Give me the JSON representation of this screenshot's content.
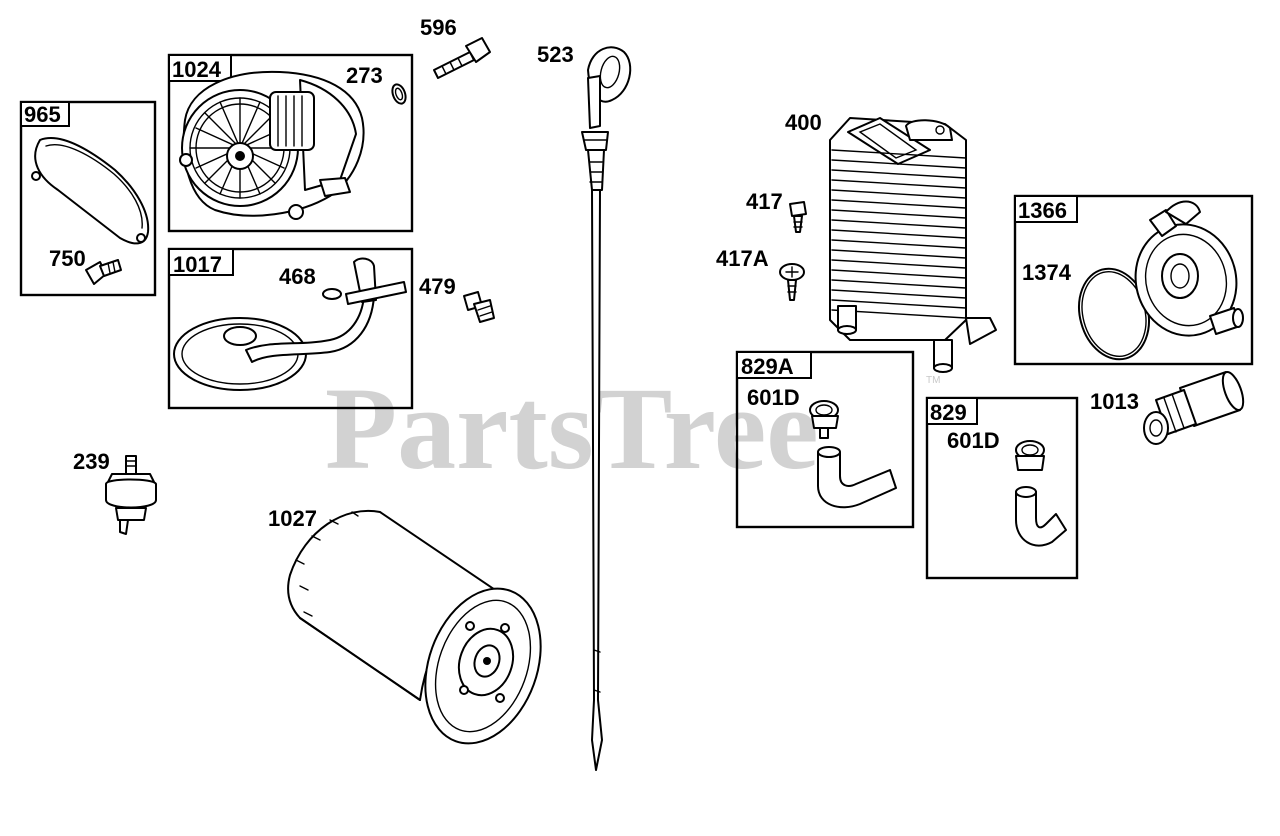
{
  "watermark": "PartsTree",
  "trademark": "TM",
  "callouts": {
    "p965": "965",
    "p750": "750",
    "p1024": "1024",
    "p273": "273",
    "p596": "596",
    "p523": "523",
    "p1017": "1017",
    "p468": "468",
    "p479": "479",
    "p239": "239",
    "p1027": "1027",
    "p400": "400",
    "p417": "417",
    "p417a": "417A",
    "p1366": "1366",
    "p1374": "1374",
    "p829a": "829A",
    "p601d_a": "601D",
    "p829": "829",
    "p601d_b": "601D",
    "p1013": "1013"
  }
}
